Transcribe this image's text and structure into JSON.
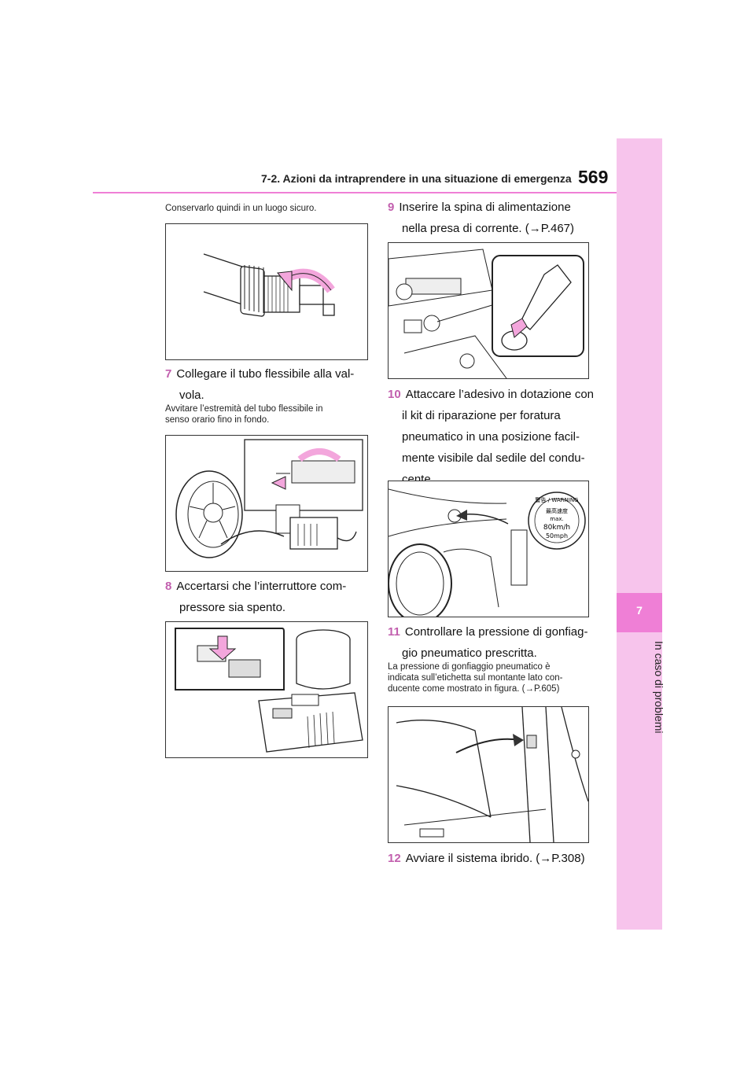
{
  "header": {
    "section_title": "7-2. Azioni da intraprendere in una situazione di emergenza",
    "page_number": "569"
  },
  "sidebar": {
    "chapter_number": "7",
    "chapter_title": "In caso di problemi"
  },
  "left_column": {
    "intro_note": "Conservarlo quindi in un luogo sicuro.",
    "step7": {
      "number": "7",
      "line1": "Collegare il tubo flessibile alla val-",
      "line2": "vola."
    },
    "step7_note_line1": "Avvitare l’estremità del tubo flessibile in",
    "step7_note_line2": "senso orario fino in fondo.",
    "step8": {
      "number": "8",
      "line1": "Accertarsi che l’interruttore com-",
      "line2": "pressore sia spento."
    }
  },
  "right_column": {
    "step9": {
      "number": "9",
      "line1": "Inserire la spina di alimentazione",
      "line2": "nella presa di corrente. (→P.467)"
    },
    "step10": {
      "number": "10",
      "line1": "Attaccare l’adesivo in dotazione con",
      "line2": "il kit di riparazione per foratura",
      "line3": "pneumatico in una posizione facil-",
      "line4": "mente visibile dal sedile del condu-",
      "line5": "cente."
    },
    "sticker": {
      "top_text": "警告 / WARNING",
      "line1": "最高速度",
      "line2": "max.",
      "line3": "80km/h",
      "line4": "50mph"
    },
    "step11": {
      "number": "11",
      "line1": "Controllare la pressione di gonfiag-",
      "line2": "gio pneumatico prescritta."
    },
    "step11_note_line1": "La pressione di gonfiaggio pneumatico è",
    "step11_note_line2": "indicata sull’etichetta sul montante lato con-",
    "step11_note_line3": "ducente come mostrato in figura. (→P.605)",
    "step12": {
      "number": "12",
      "text": "Avviare il sistema ibrido. (→P.308)"
    }
  },
  "colors": {
    "accent_pink": "#ef7fd6",
    "sidebar_pink": "#f7c4ec",
    "arrow_pink": "#f3a6dc"
  }
}
